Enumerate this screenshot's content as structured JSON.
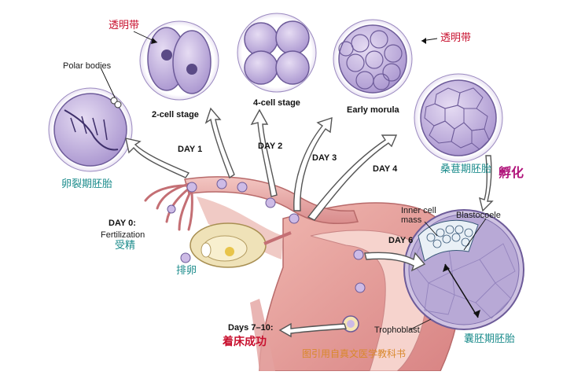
{
  "labels": {
    "zona_left": "透明带",
    "zona_right": "透明带",
    "polar_bodies": "Polar bodies",
    "two_cell": "2-cell stage",
    "four_cell": "4-cell stage",
    "early_morula": "Early morula",
    "cleavage_zh": "卵裂期胚胎",
    "morula_zh": "桑葚期胚胎",
    "hatching_zh": "孵化",
    "day1": "DAY 1",
    "day2": "DAY 2",
    "day3": "DAY 3",
    "day4": "DAY 4",
    "day0": "DAY 0:",
    "fertilization": "Fertilization",
    "fertilization_zh": "受精",
    "ovulation_zh": "排卵",
    "day6": "DAY 6",
    "inner_cell_mass": "Inner cell\nmass",
    "blastocoele": "Blastocoele",
    "trophoblast": "Trophoblast",
    "blastocyst_zh": "囊胚期胚胎",
    "days7_10": "Days 7–10:",
    "implantation_zh": "着床成功",
    "credit": "图引用自真文医学教科书"
  },
  "colors": {
    "cell_fill": "#c6b6e0",
    "cell_stroke": "#6d5b99",
    "tissue_pink": "#e9a8a6",
    "tissue_dark": "#c46f74",
    "arrow_fill": "#ffffff",
    "arrow_stroke": "#555555"
  }
}
